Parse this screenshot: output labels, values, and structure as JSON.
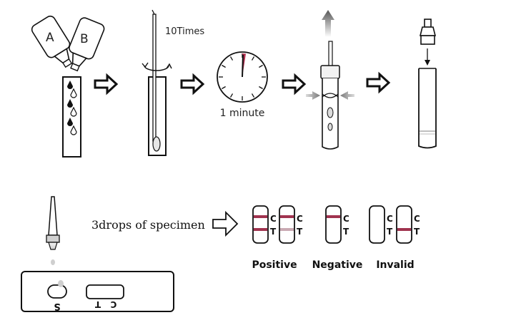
{
  "step1": {
    "bottle_a_label": "A",
    "bottle_b_label": "B"
  },
  "step2": {
    "stir_text": "10Times"
  },
  "step3": {
    "timer_text": "1 minute"
  },
  "dispense": {
    "instruction": "3drops of specimen"
  },
  "cassette": {
    "sample_well_label": "S",
    "control_label": "C",
    "test_label": "T"
  },
  "results": {
    "control_label": "C",
    "test_label": "T",
    "positive_label": "Positive",
    "negative_label": "Negative",
    "invalid_label": "Invalid"
  },
  "colors": {
    "line_red": "#a0334f",
    "faint_line": "#c9a9b2",
    "arrow_fill": "#111111"
  }
}
